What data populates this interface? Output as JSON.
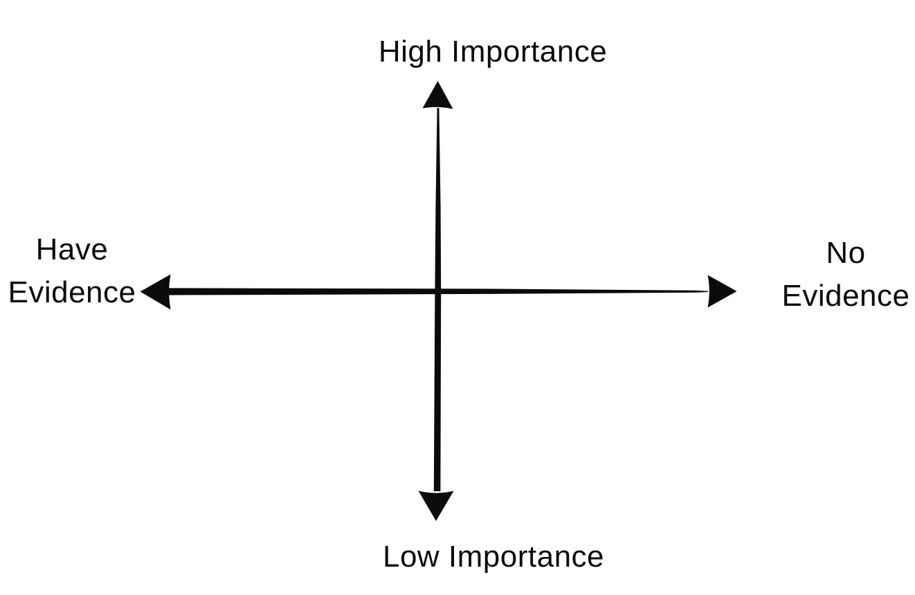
{
  "colors": {
    "ink": "#0b0b0b",
    "background": "#ffffff"
  },
  "diagram": {
    "type": "quadrant-axes",
    "vertical_axis": {
      "top_label": "High Importance",
      "bottom_label": "Low Importance"
    },
    "horizontal_axis": {
      "left_label_line1": "Have",
      "left_label_line2": "Evidence",
      "right_label_line1": "No",
      "right_label_line2": "Evidence"
    }
  }
}
